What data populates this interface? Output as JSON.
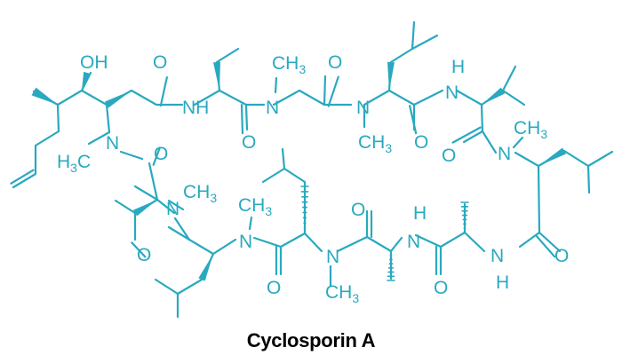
{
  "molecule": {
    "name": "Cyclosporin A",
    "color": "#29a9bf",
    "caption_color": "#000000"
  },
  "atom_labels": {
    "oh": "OH",
    "n": "N",
    "nh": "NH",
    "h": "H",
    "o": "O",
    "ch3": "CH",
    "ch3_sub": "3",
    "h3c": "H",
    "h3c_sub": "3",
    "h3c_c": "C"
  }
}
